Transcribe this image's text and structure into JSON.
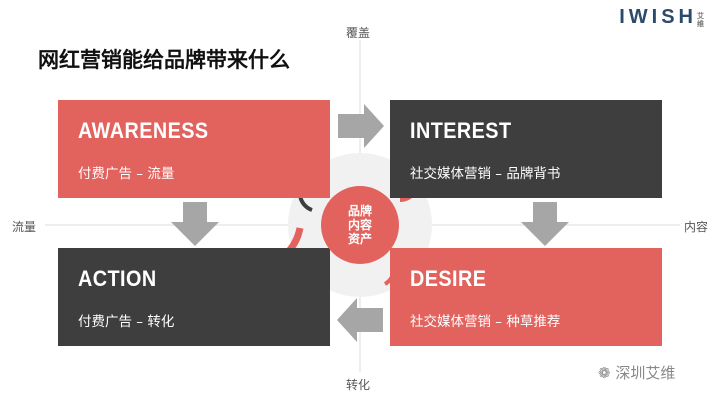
{
  "title": "网红营销能给品牌带来什么",
  "logo": {
    "text": "IWISH",
    "sub": "艾维"
  },
  "axes": {
    "top": "覆盖",
    "bottom": "转化",
    "left": "流量",
    "right": "内容"
  },
  "boxes": [
    {
      "heading": "AWARENESS",
      "sub": "付费广告 – 流量"
    },
    {
      "heading": "INTEREST",
      "sub": "社交媒体营销 – 品牌背书"
    },
    {
      "heading": "ACTION",
      "sub": "付费广告 – 转化"
    },
    {
      "heading": "DESIRE",
      "sub": "社交媒体营销 – 种草推荐"
    }
  ],
  "center": {
    "line1": "品牌",
    "line2": "内容",
    "line3": "资产"
  },
  "watermark": "深圳艾维",
  "colors": {
    "red": "#e2625e",
    "dark": "#3e3e3e",
    "arrow": "#a6a6a6"
  }
}
